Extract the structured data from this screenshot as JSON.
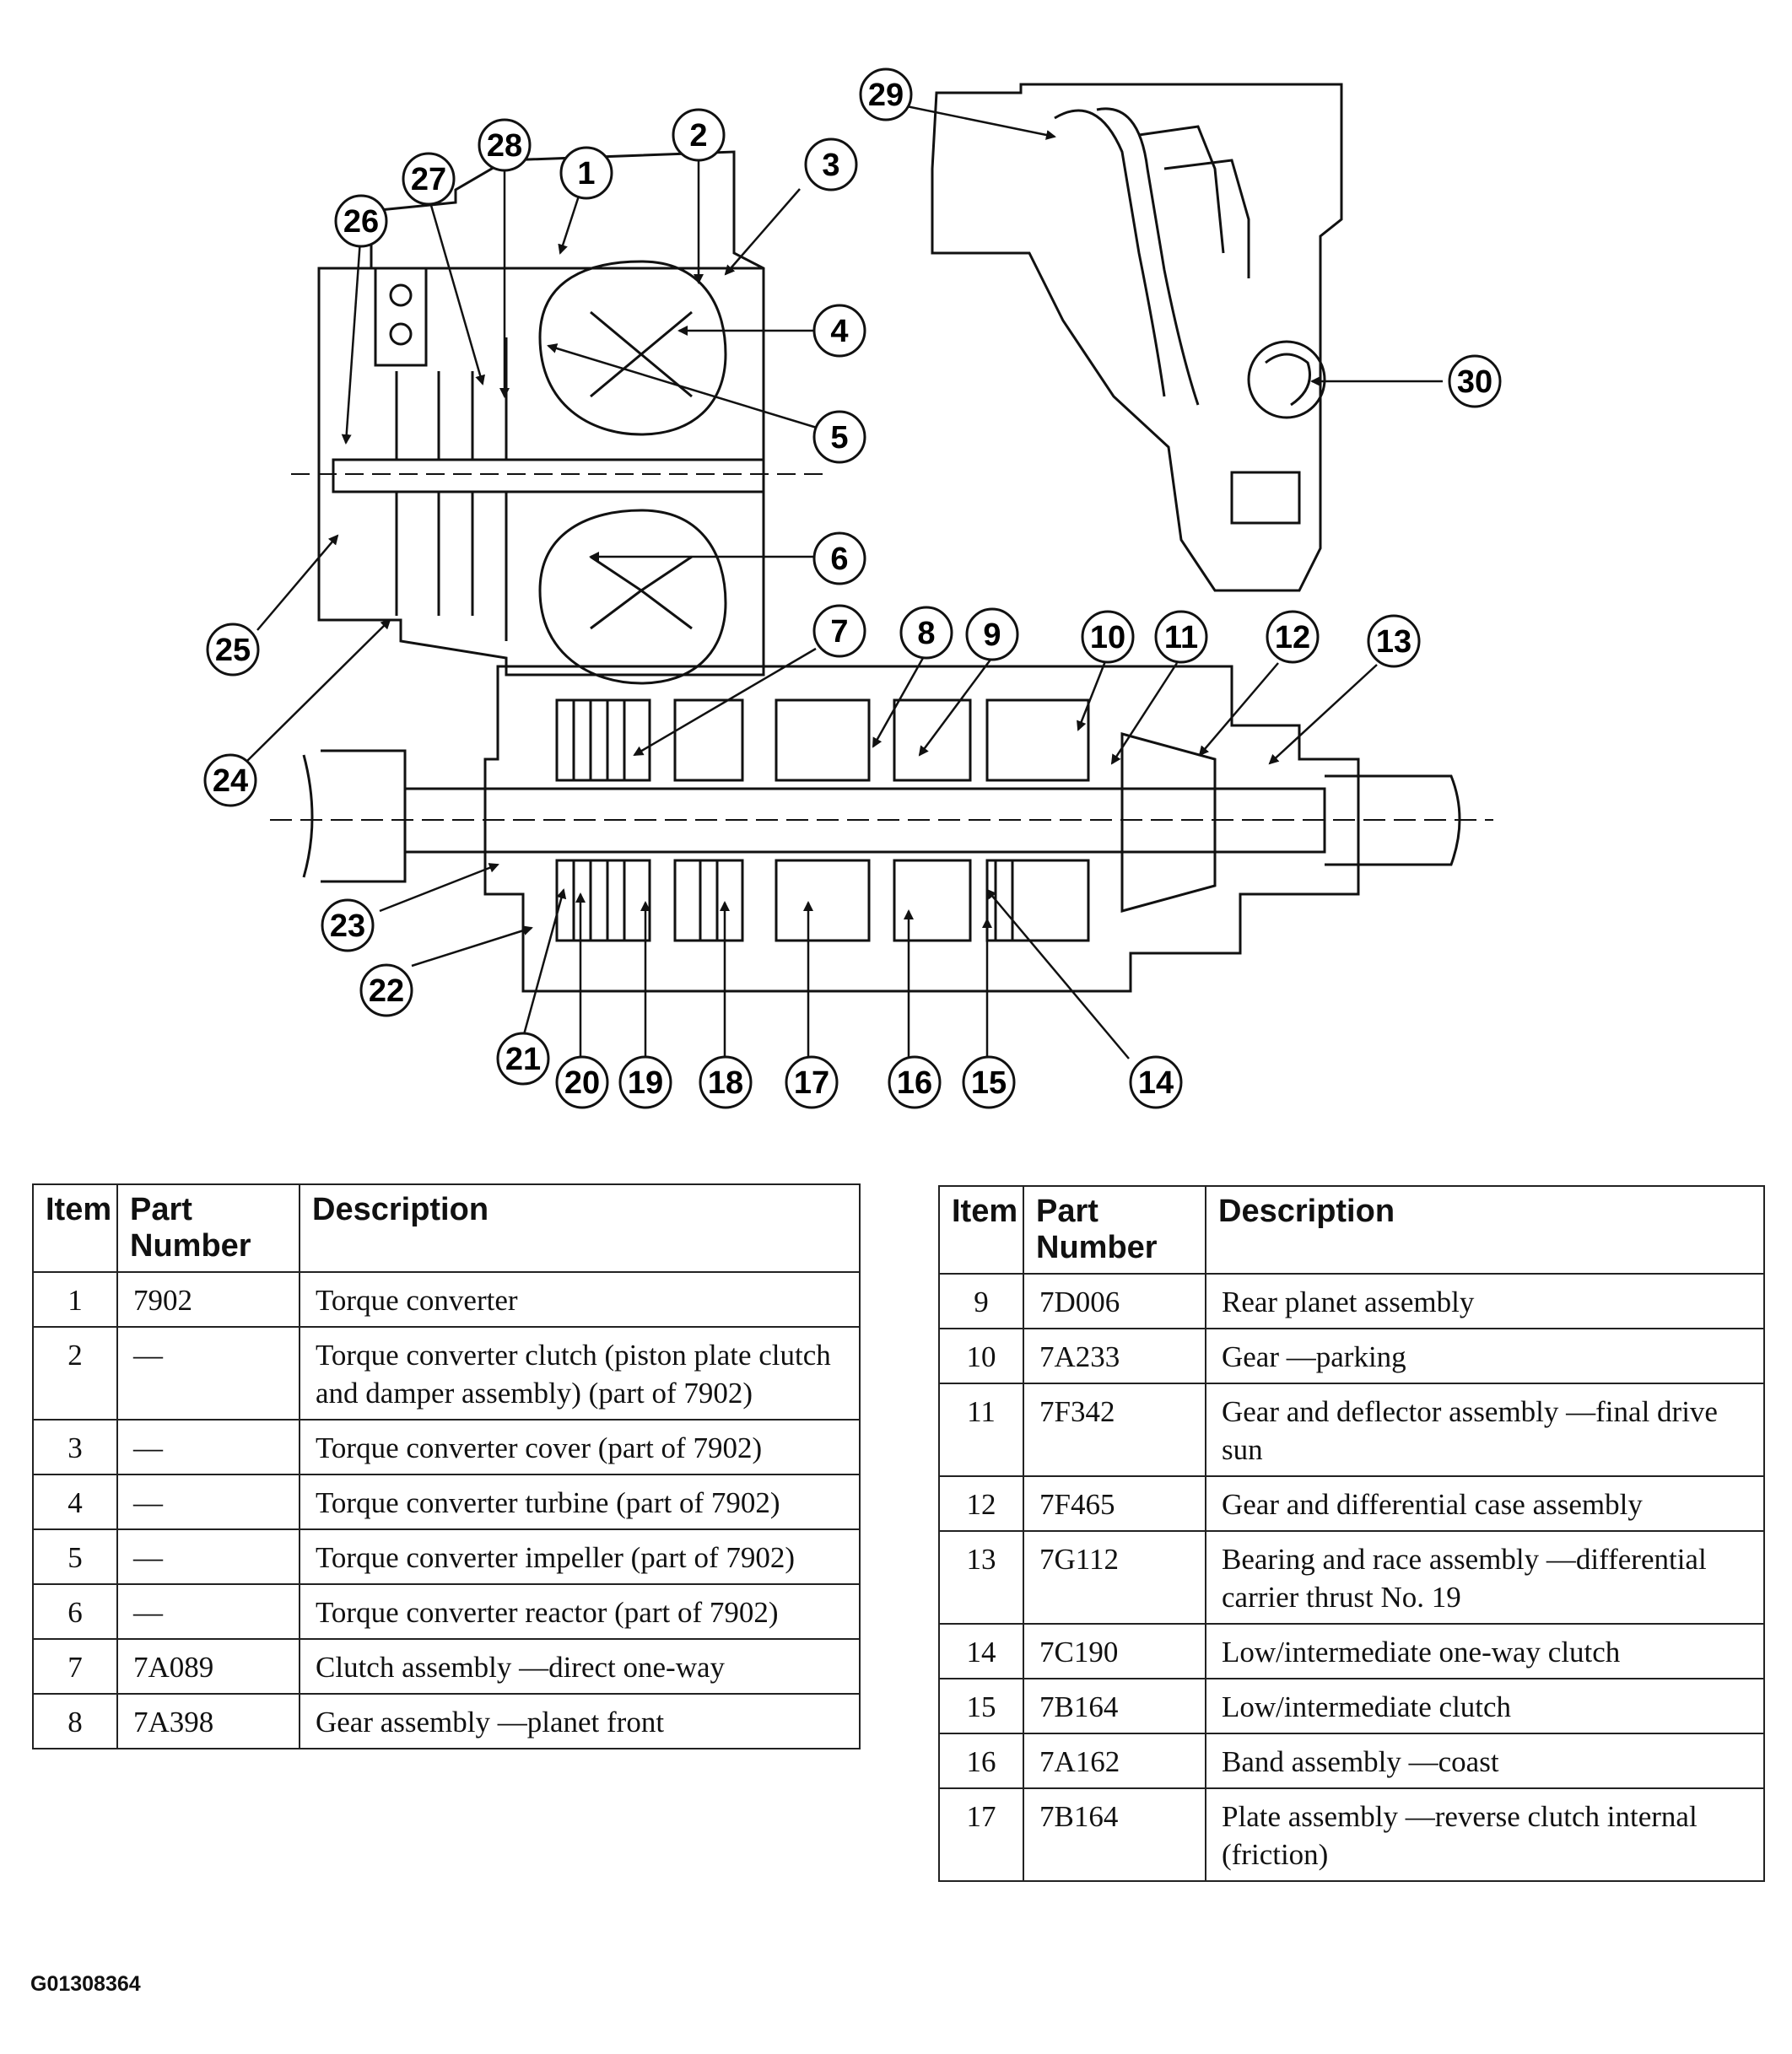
{
  "figure_code": "G01308364",
  "callouts": [
    "1",
    "2",
    "3",
    "4",
    "5",
    "6",
    "7",
    "8",
    "9",
    "10",
    "11",
    "12",
    "13",
    "14",
    "15",
    "16",
    "17",
    "18",
    "19",
    "20",
    "21",
    "22",
    "23",
    "24",
    "25",
    "26",
    "27",
    "28",
    "29",
    "30"
  ],
  "table_headers": {
    "item": "Item",
    "part_number": "Part Number",
    "description": "Description"
  },
  "table_left": [
    {
      "item": "1",
      "part": "7902",
      "desc": "Torque converter"
    },
    {
      "item": "2",
      "part": "—",
      "desc": "Torque converter clutch (piston plate clutch and damper assembly) (part of 7902)"
    },
    {
      "item": "3",
      "part": "—",
      "desc": "Torque converter cover (part of 7902)"
    },
    {
      "item": "4",
      "part": "—",
      "desc": "Torque converter turbine (part of 7902)"
    },
    {
      "item": "5",
      "part": "—",
      "desc": "Torque converter impeller (part of 7902)"
    },
    {
      "item": "6",
      "part": "—",
      "desc": "Torque converter reactor (part of 7902)"
    },
    {
      "item": "7",
      "part": "7A089",
      "desc": "Clutch assembly —direct one-way"
    },
    {
      "item": "8",
      "part": "7A398",
      "desc": "Gear assembly —planet front"
    }
  ],
  "table_right": [
    {
      "item": "9",
      "part": "7D006",
      "desc": "Rear planet assembly"
    },
    {
      "item": "10",
      "part": "7A233",
      "desc": "Gear —parking"
    },
    {
      "item": "11",
      "part": "7F342",
      "desc": "Gear and deflector assembly —final drive sun"
    },
    {
      "item": "12",
      "part": "7F465",
      "desc": "Gear and differential case assembly"
    },
    {
      "item": "13",
      "part": "7G112",
      "desc": "Bearing and race assembly —differential carrier thrust No. 19"
    },
    {
      "item": "14",
      "part": "7C190",
      "desc": "Low/intermediate one-way clutch"
    },
    {
      "item": "15",
      "part": "7B164",
      "desc": "Low/intermediate clutch"
    },
    {
      "item": "16",
      "part": "7A162",
      "desc": "Band assembly —coast"
    },
    {
      "item": "17",
      "part": "7B164",
      "desc": "Plate assembly —reverse clutch internal (friction)"
    }
  ]
}
